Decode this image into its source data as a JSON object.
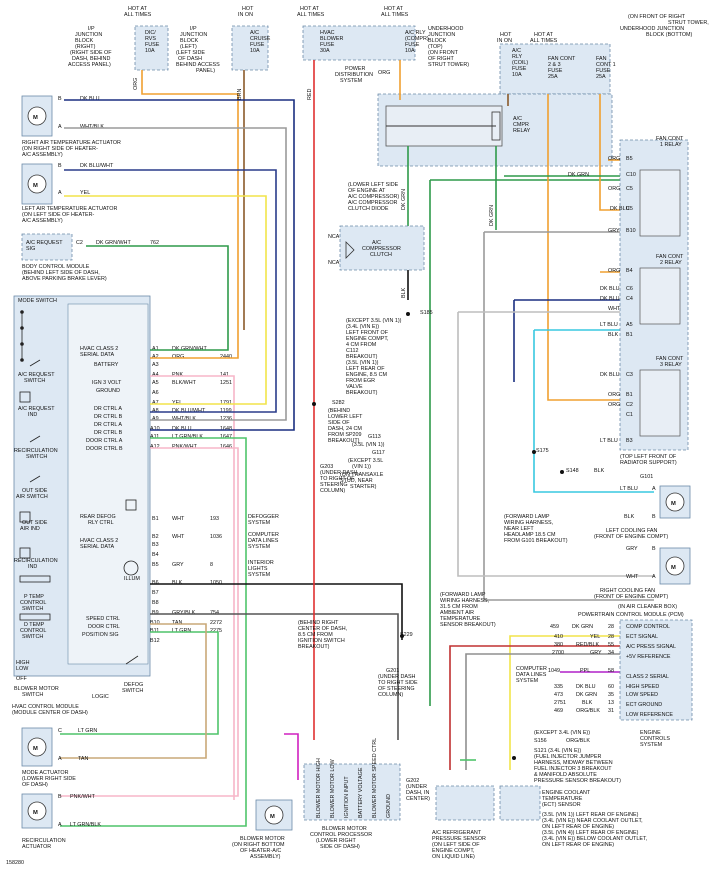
{
  "diagram_id": "158280",
  "fuses": [
    {
      "hot": "HOT AT ALL TIMES",
      "name": "DIC/ RVS FUSE 10A",
      "loc": "I/P JUNCTION BLOCK (RIGHT) (RIGHT SIDE OF DASH, BEHIND ACCESS PANEL)"
    },
    {
      "hot": "HOT IN ON",
      "name": "A/C CRUISE FUSE 10A",
      "loc": "I/P JUNCTION BLOCK (LEFT) (LEFT SIDE OF DASH, BEHIND ACCESS PANEL)"
    },
    {
      "hot": "HOT AT ALL TIMES",
      "name": "HVAC BLOWER FUSE 30A"
    },
    {
      "hot": "HOT AT ALL TIMES",
      "name": "A/C RLY (COMPR) FUSE 10A",
      "loc": "UNDERHOOD JUNCTION BLOCK (TOP) (ON FRONT OF RIGHT STRUT TOWER)"
    },
    {
      "hot": "HOT IN ON",
      "name": "A/C RLY (COIL) FUSE 10A"
    },
    {
      "hot": "HOT AT ALL TIMES",
      "name": "FAN CONT 2 & 3 FUSE 25A"
    },
    {
      "hot": "",
      "name": "FAN CONT 1 FUSE 25A",
      "loc": "(ON FRONT OF RIGHT STRUT TOWER, UNDERHOOD JUNCTION BLOCK (BOTTOM)"
    }
  ],
  "hvac_module": {
    "title": "MODE SWITCH",
    "caption": "HVAC CONTROL MODULE (MODULE CENTER OF DASH)",
    "left_labels": [
      "A/C REQUEST SWITCH",
      "A/C REQUEST IND",
      "RECIRCULATION SWITCH",
      "OUT SIDE AIR SWITCH",
      "OUT SIDE AIR IND",
      "RECIRCULATION IND",
      "P TEMP CONTROL SWITCH",
      "D TEMP CONTROL SWITCH",
      "HIGH LOW OFF BLOWER MOTOR SWITCH"
    ],
    "pins": [
      {
        "pin": "A1",
        "sig": "HVAC CLASS 2 SERIAL DATA",
        "color": "DK GRN/WHT",
        "circ": ""
      },
      {
        "pin": "A2",
        "sig": "BATTERY",
        "color": "ORG",
        "circ": "2440"
      },
      {
        "pin": "A3",
        "sig": "",
        "color": "",
        "circ": ""
      },
      {
        "pin": "A4",
        "sig": "IGN 3 VOLT",
        "color": "PNK",
        "circ": "141"
      },
      {
        "pin": "A5",
        "sig": "GROUND",
        "color": "BLK/WHT",
        "circ": "1251"
      },
      {
        "pin": "A6",
        "sig": "",
        "color": "",
        "circ": ""
      },
      {
        "pin": "A7",
        "sig": "DR CTRL A",
        "color": "YEL",
        "circ": "1791"
      },
      {
        "pin": "A8",
        "sig": "DR CTRL B",
        "color": "DK BLU/WHT",
        "circ": "1199"
      },
      {
        "pin": "A9",
        "sig": "DR CTRL A",
        "color": "WHT/BLK",
        "circ": "1236"
      },
      {
        "pin": "A10",
        "sig": "DR CTRL B",
        "color": "DK BLU",
        "circ": "1648"
      },
      {
        "pin": "A11",
        "sig": "DOOR CTRL A",
        "color": "LT GRN/BLK",
        "circ": "1647"
      },
      {
        "pin": "A12",
        "sig": "DOOR CTRL B",
        "color": "PNK/WHT",
        "circ": "1646"
      },
      {
        "pin": "B1",
        "sig": "REAR DEFOG RLY CTRL",
        "color": "WHT",
        "circ": "193"
      },
      {
        "pin": "B2",
        "sig": "HVAC CLASS 2 SERIAL DATA",
        "color": "WHT",
        "circ": "1036"
      },
      {
        "pin": "B5",
        "sig": "ILLUM",
        "color": "GRY",
        "circ": "8"
      },
      {
        "pin": "B6",
        "sig": "",
        "color": "BLK",
        "circ": "1050"
      },
      {
        "pin": "B9",
        "sig": "SPEED CTRL",
        "color": "GRY/BLK",
        "circ": "754"
      },
      {
        "pin": "B10",
        "sig": "DOOR CTRL",
        "color": "TAN",
        "circ": "2272"
      },
      {
        "pin": "B11",
        "sig": "POSITION SIG",
        "color": "LT GRN",
        "circ": "2275"
      },
      {
        "pin": "B12",
        "sig": "",
        "color": "",
        "circ": ""
      }
    ],
    "outputs": [
      "DEFOGGER SYSTEM",
      "COMPUTER DATA LINES SYSTEM",
      "INTERIOR LIGHTS SYSTEM"
    ],
    "extra": [
      "DEFOG SWITCH",
      "LOGIC"
    ]
  },
  "actuators": [
    {
      "name": "RIGHT AIR TEMPERATURE ACTUATOR (ON RIGHT SIDE OF HEATER-A/C ASSEMBLY)",
      "wires": [
        "DK BLU",
        "WHT/BLK"
      ]
    },
    {
      "name": "LEFT AIR TEMPERATURE ACTUATOR (ON LEFT SIDE OF HEATER-A/C ASSEMBLY)",
      "wires": [
        "DK BLU/WHT",
        "YEL"
      ]
    },
    {
      "name": "MODE ACTUATOR (LOWER RIGHT SIDE OF DASH)",
      "wires": [
        "LT GRN",
        "TAN"
      ]
    },
    {
      "name": "RECIRCULATION ACTUATOR",
      "wires": [
        "PNK/WHT",
        "LT GRN/BLK"
      ]
    }
  ],
  "bcm": {
    "label": "A/C REQUEST SIG",
    "pin": "C2",
    "wire": "DK GRN/WHT",
    "circ": "762",
    "caption": "BODY CONTROL MODULE (BEHIND LEFT SIDE OF DASH, ABOVE PARKING BRAKE LEVER)"
  },
  "compressor": {
    "label": "A/C COMPRESSOR CLUTCH",
    "loc": "(LOWER LEFT SIDE OF ENGINE AT A/C COMPRESSOR) A/C COMPRESSOR CLUTCH DIODE",
    "wire": "DK GRN",
    "ground": "BLK"
  },
  "relays": {
    "ac": "A/C CMPR RELAY",
    "fan1": "FAN CONT 1 RELAY",
    "fan2": "FAN CONT 2 RELAY",
    "fan3": "FAN CONT 3 RELAY",
    "fan_loc": "(TOP LEFT FRONT OF RADIATOR SUPPORT)"
  },
  "fans": [
    {
      "name": "LEFT COOLING FAN (FRONT OF ENGINE COMPT)",
      "wires": [
        "LT BLU",
        "BLK"
      ]
    },
    {
      "name": "RIGHT COOLING FAN (FRONT OF ENGINE COMPT)",
      "wires": [
        "GRY",
        "WHT"
      ]
    }
  ],
  "pcm": {
    "title": "POWERTRAIN CONTROL MODULE (PCM)",
    "loc": "(IN AIR CLEANER BOX)",
    "pins": [
      {
        "pin": "28",
        "sig": "COMP CONTROL",
        "color": "DK GRN",
        "circ": "459"
      },
      {
        "pin": "",
        "sig": "ECT SIGNAL",
        "color": "YEL",
        "circ": "410"
      },
      {
        "pin": "",
        "sig": "A/C PRESS SIGNAL",
        "color": "RED/BLK",
        "circ": "380"
      },
      {
        "pin": "",
        "sig": "+5V REFERENCE",
        "color": "GRY",
        "circ": "2700"
      },
      {
        "pin": "",
        "sig": "CLASS 2 SERIAL",
        "color": "PPL",
        "circ": "1049"
      },
      {
        "pin": "",
        "sig": "HIGH SPEED",
        "color": "DK BLU",
        "circ": "335"
      },
      {
        "pin": "",
        "sig": "LOW SPEED",
        "color": "DK GRN",
        "circ": "473"
      },
      {
        "pin": "",
        "sig": "ECT GROUND",
        "color": "BLK",
        "circ": "2751"
      },
      {
        "pin": "",
        "sig": "LOW REFERENCE",
        "color": "ORG/BLK",
        "circ": "469"
      }
    ]
  },
  "grounds": [
    "G203 (UNDER DASH, TO RIGHT OF STEERING COLUMN)",
    "G113 (3.5L (VIN 1))",
    "G117 (EXCEPT 3.5L (VIN 1)) (ON TRANSAXLE STUD, NEAR STARTER)",
    "G101",
    "G201 (UNDER DASH TO RIGHT SIDE OF STEERING COLUMN)",
    "G202 (UNDER DASH, IN CENTER)"
  ],
  "splices": [
    "S282",
    "S185",
    "S175",
    "S148",
    "S229",
    "S156",
    "S121"
  ],
  "blower": {
    "processor": "BLOWER MOTOR CONTROL PROCESSOR (LOWER RIGHT SIDE OF DASH)",
    "motor": "BLOWER MOTOR (ON RIGHT BOTTOM OF HEATER-A/C ASSEMBLY)",
    "terminals": [
      "BLOWER MOTOR HIGH",
      "BLOWER MOTOR LOW",
      "IGNITION INPUT",
      "BATTERY VOLTAGE",
      "BLOWER MOTOR SPEED CTRL",
      "GROUND"
    ]
  },
  "sensors": [
    "A/C REFRIGERANT PRESSURE SENSOR (ON LEFT SIDE OF ENGINE COMPT ON LIQUID LINE)",
    "ENGINE COOLANT TEMPERATURE (ECT) SENSOR"
  ],
  "systems": [
    "POWER DISTRIBUTION SYSTEM",
    "COMPUTER DATA LINES SYSTEM",
    "ENGINE CONTROLS SYSTEM"
  ]
}
